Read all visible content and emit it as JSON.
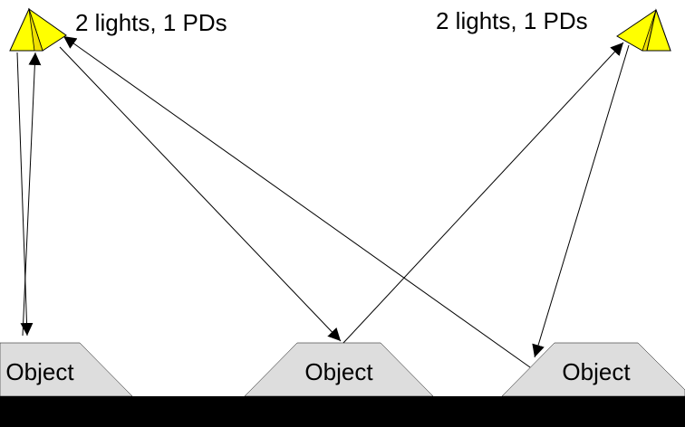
{
  "labels": {
    "left_device": "2 lights, 1 PDs",
    "right_device": "2 lights, 1 PDs",
    "object_1": "Object",
    "object_2": "Object",
    "object_3": "Object"
  },
  "colors": {
    "device_fill": "#ffff00",
    "object_fill": "#dddddd",
    "ground": "#000000"
  }
}
